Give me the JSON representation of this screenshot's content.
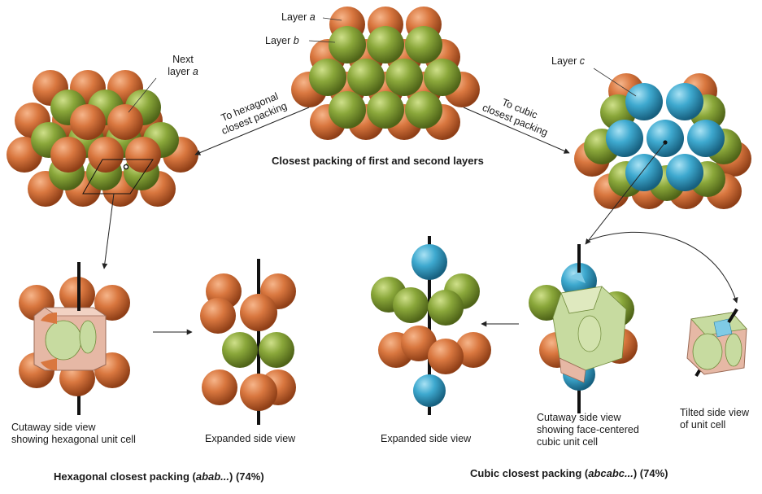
{
  "labels": {
    "layer_a_prefix": "Layer ",
    "layer_a_letter": "a",
    "layer_b_prefix": "Layer ",
    "layer_b_letter": "b",
    "layer_c_prefix": "Layer ",
    "layer_c_letter": "c",
    "next_layer_line1": "Next",
    "next_layer_line2_prefix": "layer ",
    "next_layer_letter": "a",
    "to_hex_line1": "To hexagonal",
    "to_hex_line2": "closest packing",
    "to_cubic_line1": "To cubic",
    "to_cubic_line2": "closest packing",
    "center_caption": "Closest packing of first and second layers",
    "hex_cutaway_line1": "Cutaway side view",
    "hex_cutaway_line2": "showing hexagonal unit cell",
    "hex_expanded": "Expanded side view",
    "cubic_expanded": "Expanded side view",
    "cubic_cutaway_line1": "Cutaway side view",
    "cubic_cutaway_line2": "showing face-centered",
    "cubic_cutaway_line3": "cubic unit cell",
    "tilted_line1": "Tilted side view",
    "tilted_line2": "of unit cell",
    "hex_title_prefix": "Hexagonal closest packing (",
    "hex_title_italic": "abab...",
    "hex_title_suffix": ") (74%)",
    "cubic_title_prefix": "Cubic closest packing (",
    "cubic_title_italic": "abcabc...",
    "cubic_title_suffix": ") (74%)"
  },
  "colors": {
    "layer_a": "#d9773f",
    "layer_b": "#8aa73a",
    "layer_c": "#3ea9cf",
    "cell_face": "#e6b8a5",
    "cell_face_green": "#c7dba0"
  }
}
